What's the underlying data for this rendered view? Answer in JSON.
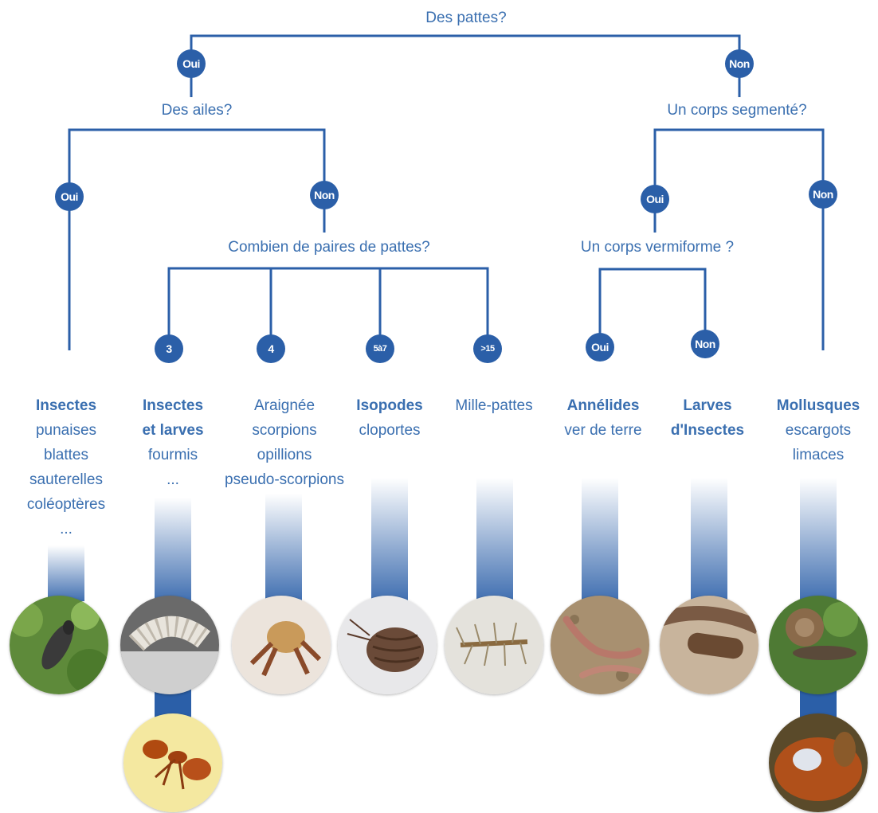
{
  "questions": {
    "legs": "Des pattes?",
    "wings": "Des ailes?",
    "segmented": "Un corps segmenté?",
    "pairs": "Combien de paires de pattes?",
    "vermiform": "Un corps vermiforme ?"
  },
  "nodes": {
    "legs_yes": "Oui",
    "legs_no": "Non",
    "wings_yes": "Oui",
    "wings_no": "Non",
    "seg_yes": "Oui",
    "seg_no": "Non",
    "pairs_3": "3",
    "pairs_4": "4",
    "pairs_5_7": "5à7",
    "pairs_15": ">15",
    "verm_yes": "Oui",
    "verm_no": "Non"
  },
  "groups": [
    {
      "title": "Insectes",
      "lines": [
        "punaises",
        "blattes",
        "sauterelles",
        "coléoptères",
        "..."
      ],
      "photo": "beetle-photo"
    },
    {
      "title": "Insectes",
      "title2": "et larves",
      "lines": [
        "fourmis",
        "..."
      ],
      "photo": "larva-photo",
      "photo2": "ant-photo"
    },
    {
      "title": "",
      "lines": [
        "Araignée",
        "scorpions",
        "opillions",
        "pseudo-scorpions"
      ],
      "photo": "pseudoscorpion-photo"
    },
    {
      "title": "Isopodes",
      "lines": [
        "cloportes"
      ],
      "photo": "woodlouse-photo"
    },
    {
      "title": "",
      "lines": [
        "Mille-pattes"
      ],
      "photo": "centipede-photo"
    },
    {
      "title": "Annélides",
      "lines": [
        "ver de terre"
      ],
      "photo": "earthworm-photo"
    },
    {
      "title": "Larves",
      "title2": "d'Insectes",
      "lines": [],
      "photo": "insect-larva-photo"
    },
    {
      "title": "Mollusques",
      "lines": [
        "escargots",
        "limaces"
      ],
      "photo": "snail-photo",
      "photo2": "slug-photo"
    }
  ],
  "colors": {
    "accent": "#2b5fa8",
    "text": "#3a6fb0"
  }
}
